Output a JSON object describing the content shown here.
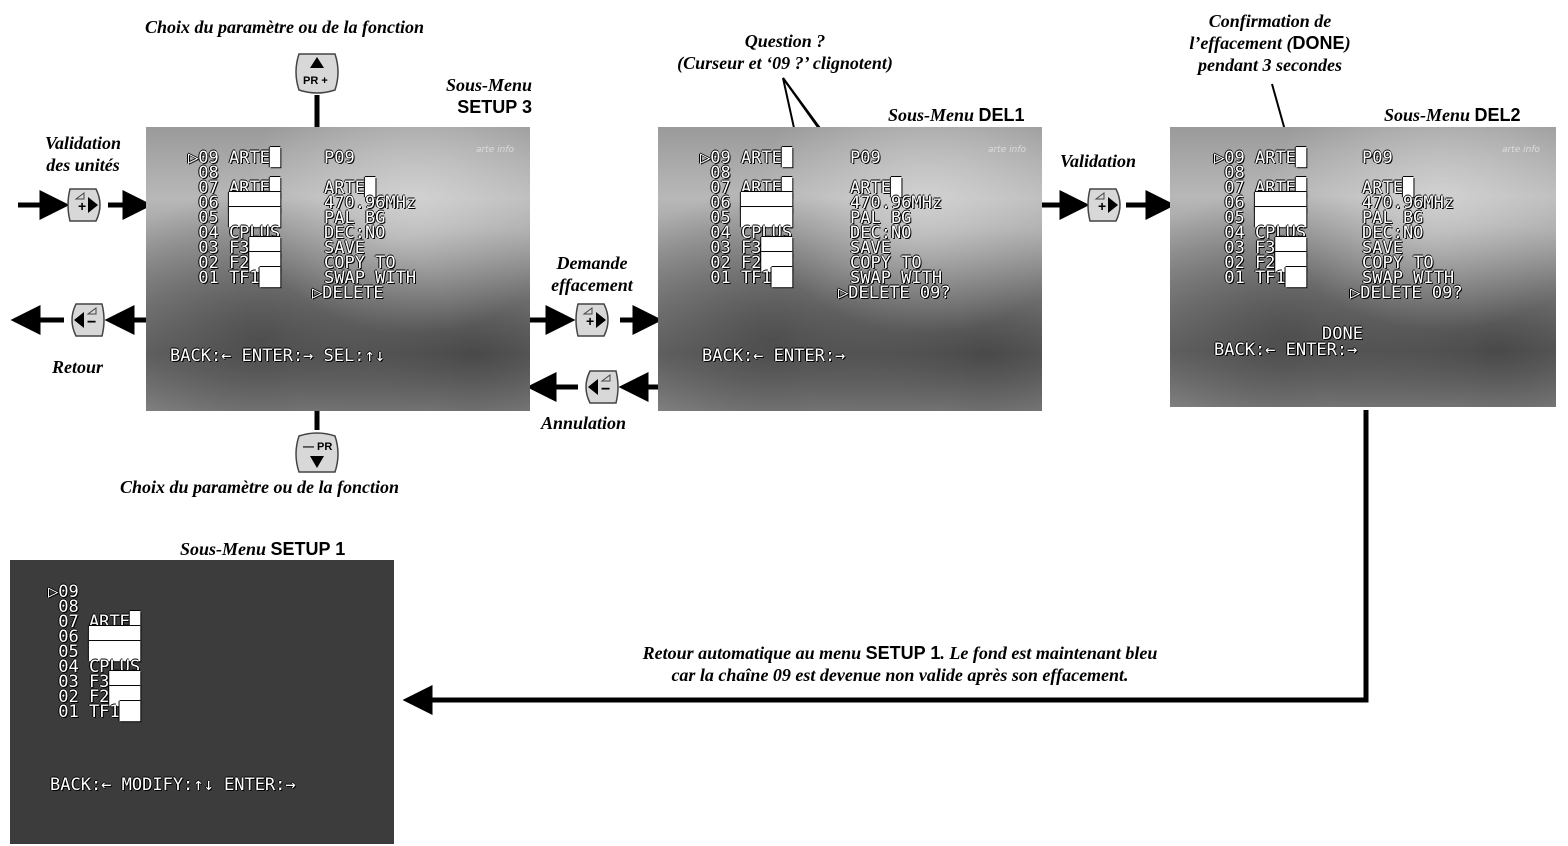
{
  "captions": {
    "choix_top": "Choix du paramètre ou de la fonction",
    "choix_bottom": "Choix du paramètre ou de la fonction",
    "setup3_label_italic": "Sous-Menu",
    "setup3_label_bold": "SETUP 3",
    "del1_label_italic": "Sous-Menu",
    "del1_label_bold": "DEL1",
    "del2_label_italic": "Sous-Menu",
    "del2_label_bold": "DEL2",
    "setup1_label_italic": "Sous-Menu",
    "setup1_label_bold": "SETUP 1",
    "validation_unites_1": "Validation",
    "validation_unites_2": "des unités",
    "retour": "Retour",
    "demande_1": "Demande",
    "demande_2": "effacement",
    "annulation": "Annulation",
    "question_1": "Question ?",
    "question_2": "(Curseur et ‘09 ?’ clignotent)",
    "validation": "Validation",
    "confirm_1": "Confirmation de",
    "confirm_2a": "l’effacement (",
    "confirm_2b": "DONE",
    "confirm_2c": ")",
    "confirm_3": "pendant 3 secondes",
    "retour_auto_1a": "Retour automatique au menu ",
    "retour_auto_1b": "SETUP 1",
    "retour_auto_1c": ". Le fond est maintenant bleu",
    "retour_auto_2": "car la chaîne 09 est devenue non valide après son effacement."
  },
  "buttons": {
    "pr_plus_label": "PR +",
    "pr_minus_label": "— PR"
  },
  "logo_text": "arte info",
  "setup3": {
    "channels": [
      "▷09 ARTE█",
      " 08",
      " 07 ARTE█",
      " 06 █████",
      " 05 █████",
      " 04 CPLUS",
      " 03 F3███",
      " 02 F2███",
      " 01 TF1██"
    ],
    "values": [
      "P09",
      "",
      "ARTE█",
      "470.96MHz",
      "PAL BG",
      "DEC:NO",
      "SAVE",
      "COPY TO",
      "SWAP WITH",
      "▷DELETE"
    ],
    "footer": "BACK:← ENTER:→ SEL:↑↓"
  },
  "del1": {
    "channels": [
      "▷09 ARTE█",
      " 08",
      " 07 ARTE█",
      " 06 █████",
      " 05 █████",
      " 04 CPLUS",
      " 03 F3███",
      " 02 F2███",
      " 01 TF1██"
    ],
    "values": [
      "P09",
      "",
      "ARTE█",
      "470.96MHz",
      "PAL BG",
      "DEC:NO",
      "SAVE",
      "COPY TO",
      "SWAP WITH",
      "▷DELETE 09?"
    ],
    "footer": "BACK:← ENTER:→"
  },
  "del2": {
    "channels": [
      "▷09 ARTE█",
      " 08",
      " 07 ARTE█",
      " 06 █████",
      " 05 █████",
      " 04 CPLUS",
      " 03 F3███",
      " 02 F2███",
      " 01 TF1██"
    ],
    "values": [
      "P09",
      "",
      "ARTE█",
      "470.96MHz",
      "PAL BG",
      "DEC:NO",
      "SAVE",
      "COPY TO",
      "SWAP WITH",
      "▷DELETE 09?"
    ],
    "done": "DONE",
    "footer": "BACK:← ENTER:→"
  },
  "setup1": {
    "channels": [
      "▷09",
      " 08",
      " 07 ARTE█",
      " 06 █████",
      " 05 █████",
      " 04 CPLUS",
      " 03 F3███",
      " 02 F2███",
      " 01 TF1██"
    ],
    "footer": "BACK:← MODIFY:↑↓ ENTER:→"
  }
}
